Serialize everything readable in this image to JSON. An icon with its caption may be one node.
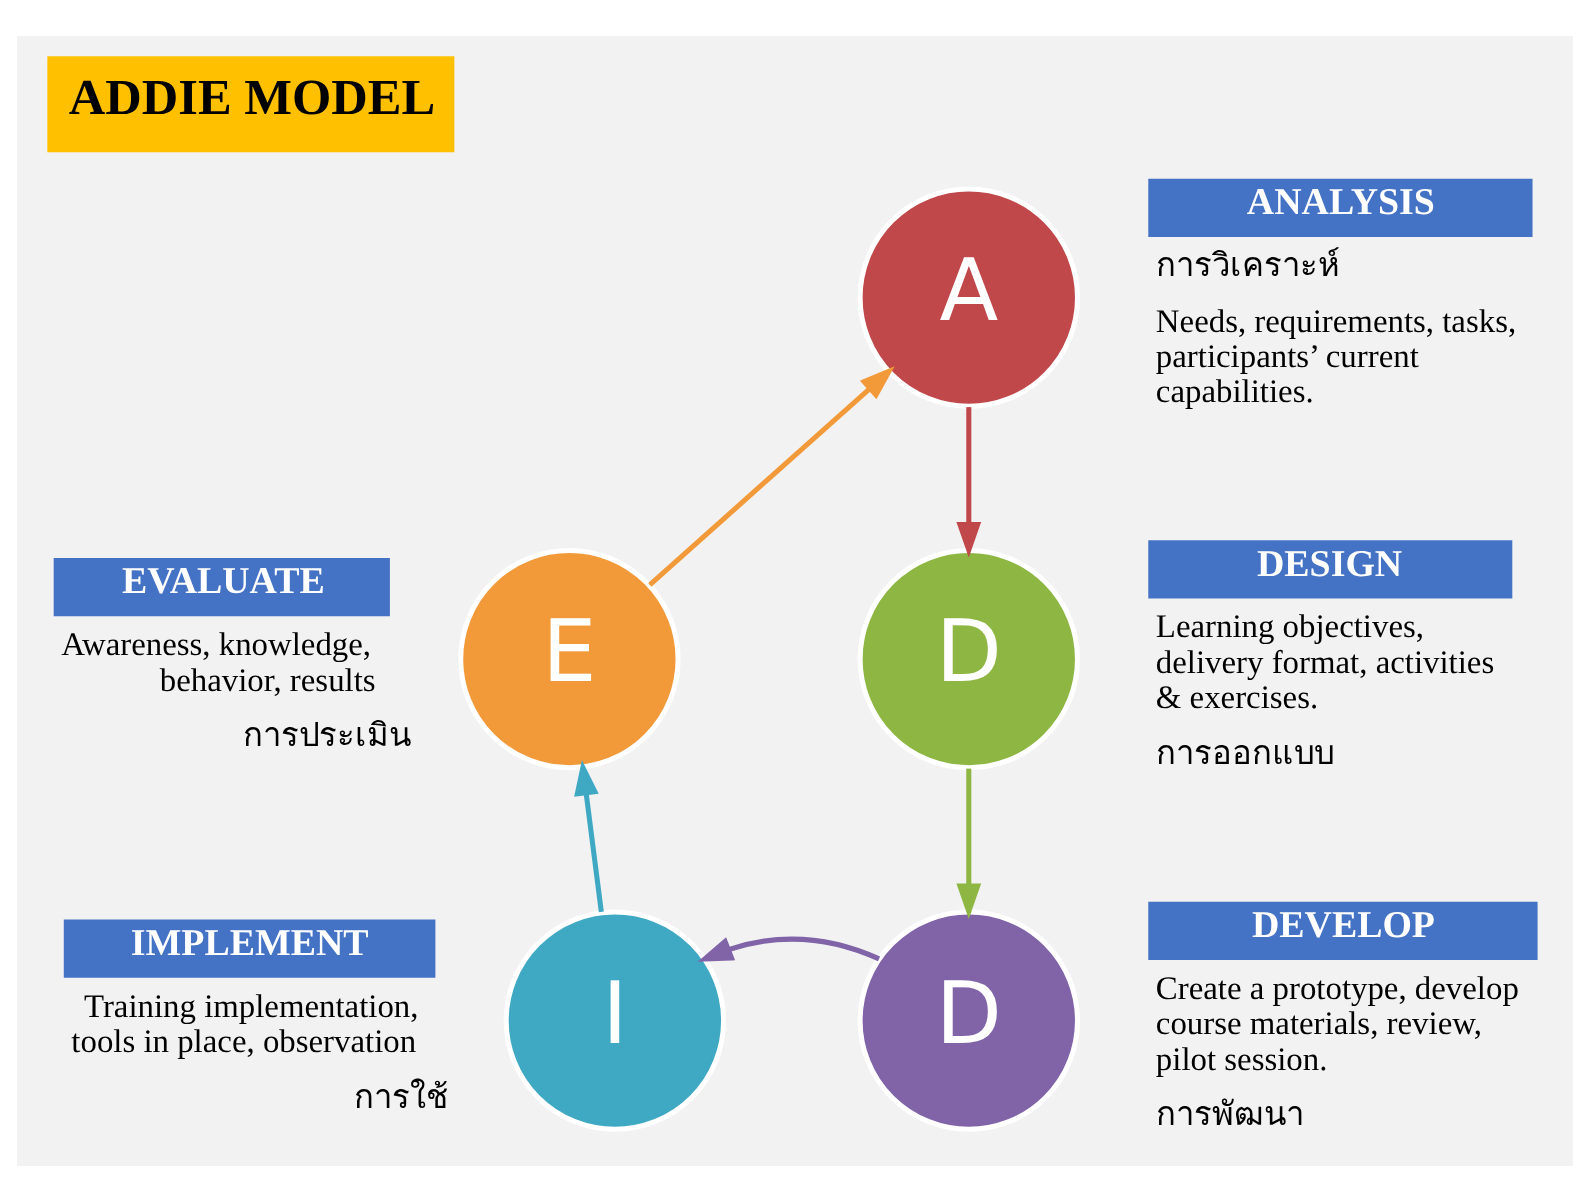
{
  "diagram": {
    "title": "ADDIE MODEL",
    "nodes": [
      {
        "text": [
          "A"
        ],
        "beside": [
          "ANALYSIS",
          "การวิเคราะห์",
          "Needs, requirements, tasks, participants’ current capabilities."
        ]
      },
      {
        "text": [
          "D"
        ],
        "beside": [
          "DESIGN",
          "Learning objectives, delivery format, activities & exercises.",
          "การออกแบบ"
        ]
      },
      {
        "text": [
          "D"
        ],
        "beside": [
          "DEVELOP",
          "Create a prototype, develop course materials, review, pilot session.",
          "การพัฒนา"
        ]
      },
      {
        "text": [
          "I"
        ],
        "beside": [
          "IMPLEMENT",
          "Training implementation, tools in place, observation",
          "การใช้"
        ]
      },
      {
        "text": [
          "E"
        ],
        "beside": [
          "EVALUATE",
          "Awareness, knowledge, behavior, results",
          "การประเมิน"
        ]
      }
    ],
    "edges": [
      {
        "from": 0,
        "to": 1,
        "arrow": "to",
        "color": "#c0474a"
      },
      {
        "from": 1,
        "to": 2,
        "arrow": "to",
        "color": "#8db642"
      },
      {
        "from": 2,
        "to": 3,
        "arrow": "to",
        "color": "#8163a8"
      },
      {
        "from": 3,
        "to": 4,
        "arrow": "to",
        "color": "#3fa9c4"
      },
      {
        "from": 4,
        "to": 0,
        "arrow": "to",
        "color": "#f29a3a"
      }
    ]
  }
}
